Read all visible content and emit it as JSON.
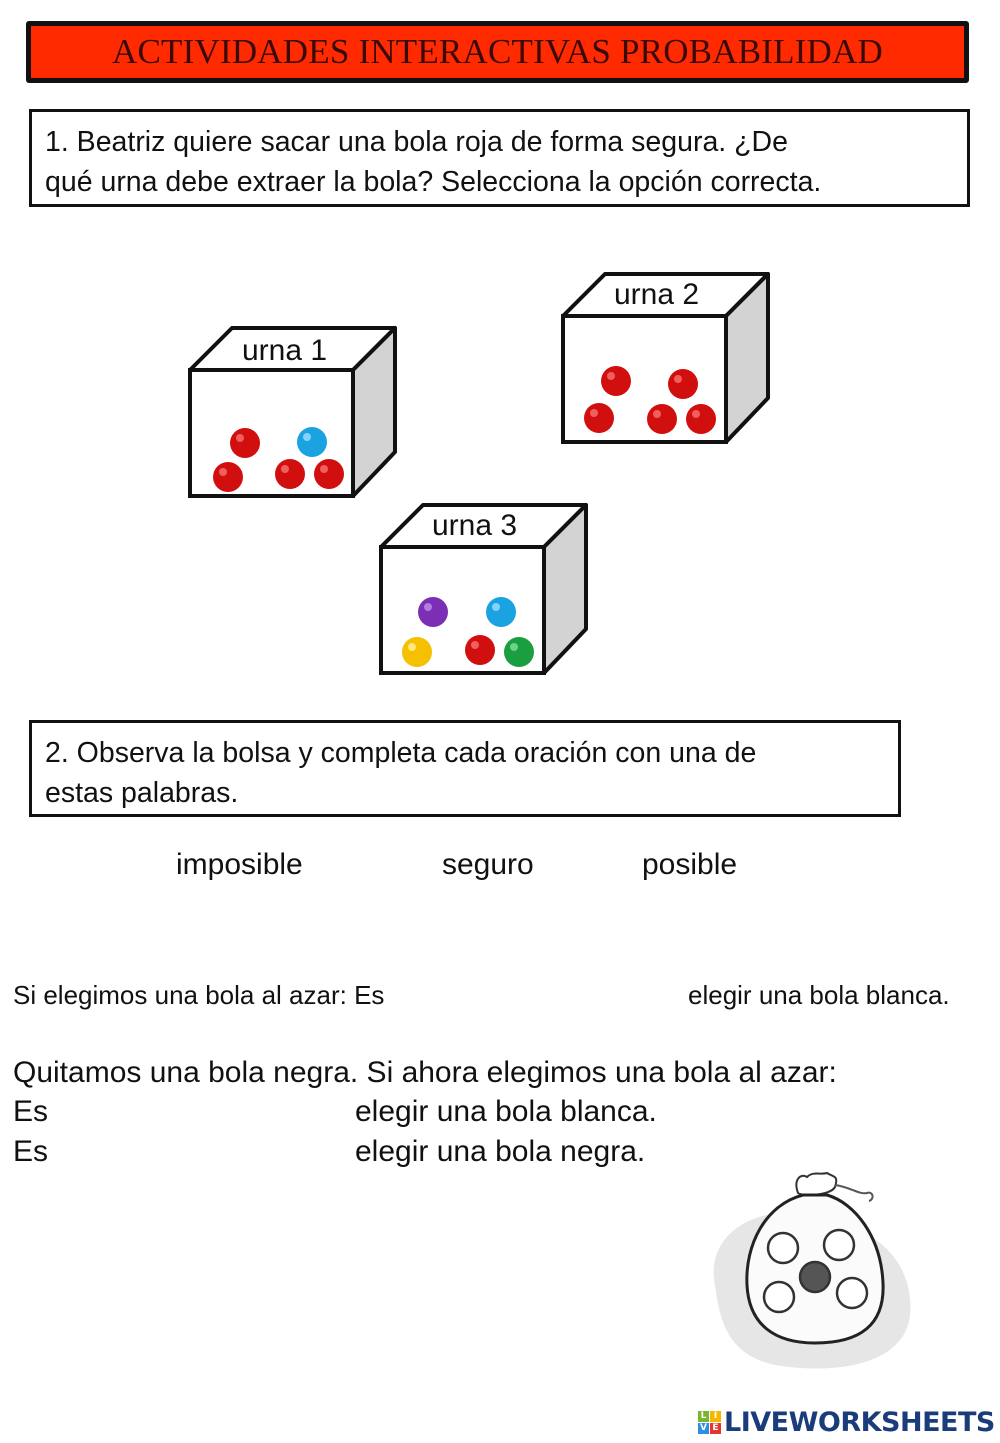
{
  "header": {
    "title": "ACTIVIDADES INTERACTIVAS PROBABILIDAD",
    "background_color": "#ff2a00"
  },
  "question1": {
    "text_line1": "1. Beatriz quiere sacar una bola roja de forma segura. ¿De",
    "text_line2": "qué urna debe extraer la bola? Selecciona la opción correcta.",
    "urns": [
      {
        "label": "urna 1",
        "balls": [
          "red",
          "blue",
          "red",
          "red",
          "red"
        ]
      },
      {
        "label": "urna 2",
        "balls": [
          "red",
          "red",
          "red",
          "red",
          "red"
        ]
      },
      {
        "label": "urna 3",
        "balls": [
          "purple",
          "blue",
          "yellow",
          "red",
          "green"
        ]
      }
    ]
  },
  "question2": {
    "text_line1": "2. Observa la bolsa y completa cada oración con una de",
    "text_line2": "estas palabras.",
    "word_bank": [
      "imposible",
      "seguro",
      "posible"
    ],
    "sentence1": {
      "prefix": "Si elegimos una bola al azar: Es",
      "suffix": "elegir una bola blanca."
    },
    "intro": "Quitamos una bola negra. Si ahora elegimos una bola al azar:",
    "sentence2": {
      "prefix": "Es",
      "suffix": "elegir una bola blanca."
    },
    "sentence3": {
      "prefix": "Es",
      "suffix": "elegir una bola negra."
    },
    "bag": {
      "white_balls": 4,
      "black_balls": 1
    }
  },
  "footer": {
    "logo_text": "LIVEWORKSHEETS",
    "logo_letters": [
      "L",
      "I",
      "V",
      "E"
    ]
  }
}
